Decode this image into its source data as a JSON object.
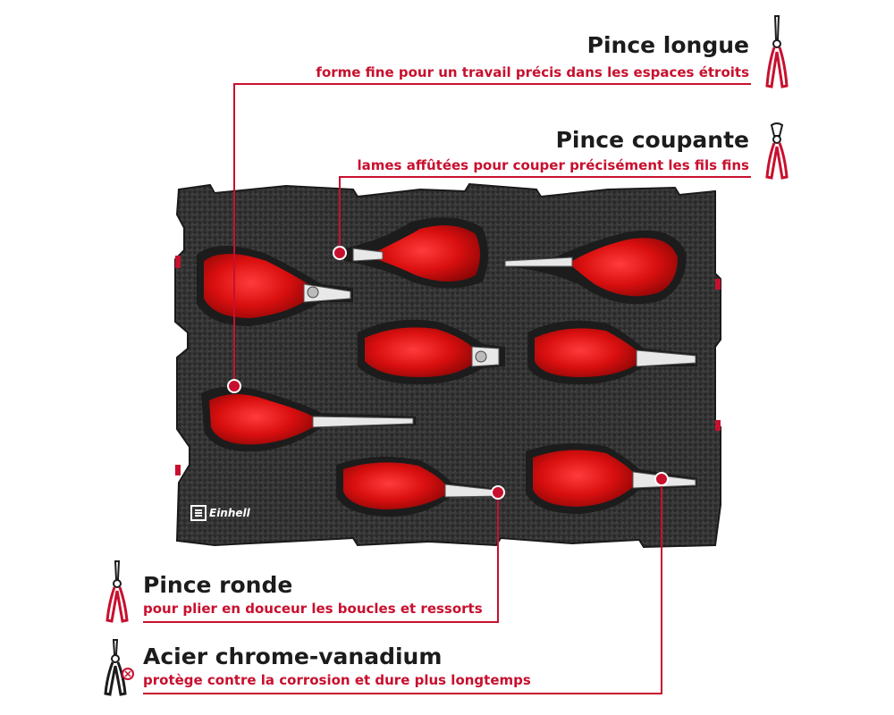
{
  "callouts": [
    {
      "title": "Pince longue",
      "subtitle": "forme fine pour un travail précis dans les espaces étroits"
    },
    {
      "title": "Pince coupante",
      "subtitle": "lames affûtées pour couper précisément les fils fins"
    },
    {
      "title": "Pince ronde",
      "subtitle": "pour plier en douceur les boucles et ressorts"
    },
    {
      "title": "Acier chrome-vanadium",
      "subtitle": "protège contre la corrosion et dure plus longtemps"
    }
  ],
  "brand": {
    "name": "Einhell"
  },
  "colors": {
    "accent": "#c8102e",
    "tray": "#2b2b2b",
    "text": "#1c1c1c"
  },
  "icons": [
    "long-nose-pliers-icon",
    "side-cutter-icon",
    "round-nose-pliers-icon",
    "chrome-vanadium-pliers-icon"
  ]
}
